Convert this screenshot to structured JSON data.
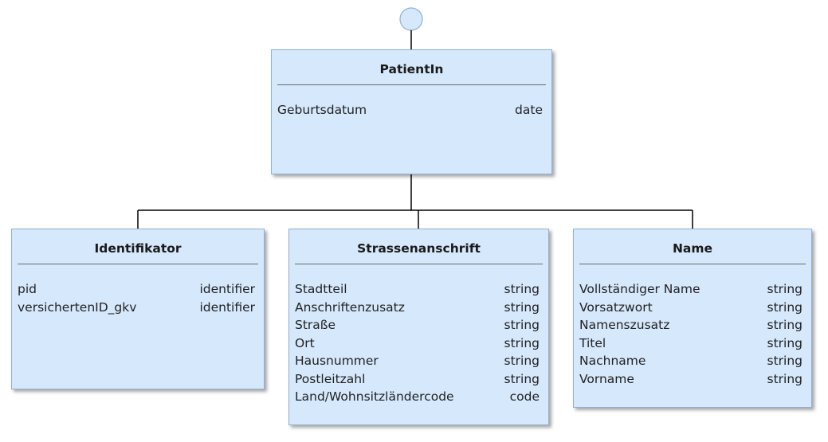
{
  "diagram": {
    "root_circle": {
      "fill": "#d6e8fb",
      "stroke": "#8fb0d6"
    },
    "boxes": {
      "patientin": {
        "title": "PatientIn",
        "attributes": [
          {
            "name": "Geburtsdatum",
            "type": "date"
          }
        ]
      },
      "identifikator": {
        "title": "Identifikator",
        "attributes": [
          {
            "name": "pid",
            "type": "identifier"
          },
          {
            "name": "versichertenID_gkv",
            "type": "identifier"
          }
        ]
      },
      "strassenanschrift": {
        "title": "Strassenanschrift",
        "attributes": [
          {
            "name": "Stadtteil",
            "type": "string"
          },
          {
            "name": "Anschriftenzusatz",
            "type": "string"
          },
          {
            "name": "Straße",
            "type": "string"
          },
          {
            "name": "Ort",
            "type": "string"
          },
          {
            "name": "Hausnummer",
            "type": "string"
          },
          {
            "name": "Postleitzahl",
            "type": "string"
          },
          {
            "name": "Land/Wohnsitzländercode",
            "type": "code"
          }
        ]
      },
      "name": {
        "title": "Name",
        "attributes": [
          {
            "name": "Vollständiger Name",
            "type": "string"
          },
          {
            "name": "Vorsatzwort",
            "type": "string"
          },
          {
            "name": "Namenszusatz",
            "type": "string"
          },
          {
            "name": "Titel",
            "type": "string"
          },
          {
            "name": "Nachname",
            "type": "string"
          },
          {
            "name": "Vorname",
            "type": "string"
          }
        ]
      }
    },
    "colors": {
      "box_fill": "#d6e8fb",
      "box_border": "#8fb0d6",
      "connector": "#000000"
    }
  }
}
